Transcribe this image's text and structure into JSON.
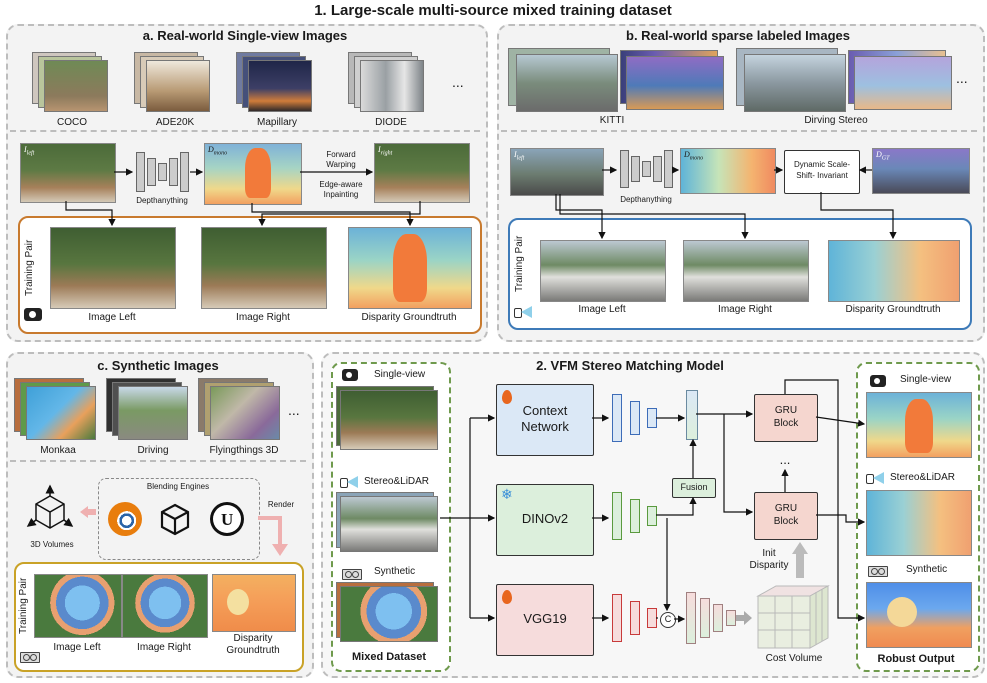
{
  "main_title": "1. Large-scale multi-source mixed training dataset",
  "panel_a": {
    "title": "a. Real-world Single-view Images",
    "datasets": [
      "COCO",
      "ADE20K",
      "Mapillary",
      "DIODE"
    ],
    "more": "...",
    "labels": {
      "i_left": "I",
      "i_left_sub": "left",
      "d_mono": "D",
      "d_mono_sub": "mono",
      "i_right": "I",
      "i_right_sub": "right",
      "depthanything": "Depthanything",
      "forward_warping": "Forward\nWarping",
      "edge_inpainting": "Edge-aware\nInpainting"
    },
    "training_pair": "Training Pair",
    "outputs": [
      "Image Left",
      "Image Right",
      "Disparity Groundtruth"
    ]
  },
  "panel_b": {
    "title": "b. Real-world sparse labeled Images",
    "datasets": [
      "KITTI",
      "Dirving Stereo"
    ],
    "more": "...",
    "labels": {
      "i_left": "I",
      "i_left_sub": "left",
      "d_mono": "D",
      "d_mono_sub": "mono",
      "d_gt": "D",
      "d_gt_sub": "GT",
      "depthanything": "Depthanything",
      "dynamic": "Dynamic Scale-\nShift- Invariant"
    },
    "training_pair": "Training Pair",
    "outputs": [
      "Image Left",
      "Image Right",
      "Disparity Groundtruth"
    ]
  },
  "panel_c": {
    "title": "c. Synthetic Images",
    "datasets": [
      "Monkaa",
      "Driving",
      "Flyingthings 3D"
    ],
    "more": "...",
    "blending": "Blending Engines",
    "volumes": "3D Volumes",
    "render": "Render",
    "training_pair": "Training Pair",
    "outputs": [
      "Image Left",
      "Image Right",
      "Disparity\nGroundtruth"
    ]
  },
  "model": {
    "title": "2. VFM Stereo Matching Model",
    "mixed_dataset": "Mixed Dataset",
    "inputs": [
      "Single-view",
      "Stereo&LiDAR",
      "Synthetic"
    ],
    "context": "Context\nNetwork",
    "dinov2": "DINOv2",
    "vgg": "VGG19",
    "fusion": "Fusion",
    "gru": "GRU\nBlock",
    "dots": "...",
    "init": "Init\nDisparity",
    "cost_volume": "Cost Volume",
    "concat": "C",
    "outputs": [
      "Single-view",
      "Stereo&LiDAR",
      "Synthetic"
    ],
    "robust": "Robust Output"
  },
  "colors": {
    "context_fill": "#dbe8f6",
    "dino_fill": "#dcefdc",
    "vgg_fill": "#f6dcdc",
    "gru_fill": "#f5d6cf",
    "panel_border": "#bdbdbd",
    "green_border": "#6f9a4d",
    "orange_border": "#c87a2e",
    "blue_border": "#3d7ab8",
    "gold_border": "#c9a227"
  }
}
